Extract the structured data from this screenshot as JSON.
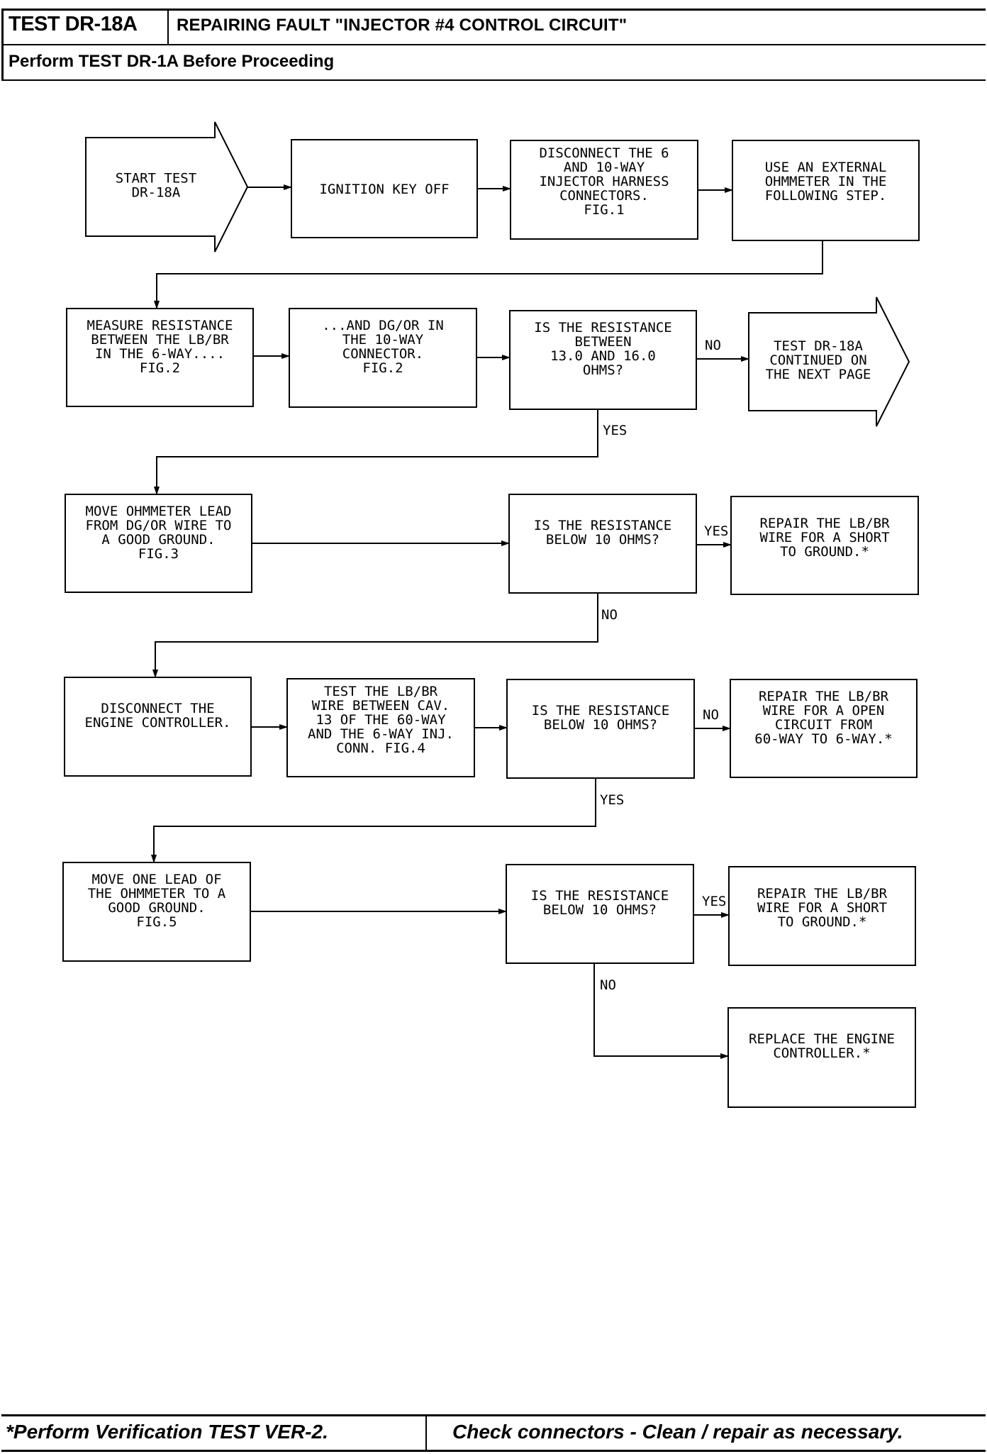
{
  "header": {
    "test_id": "TEST DR-18A",
    "title": "REPAIRING FAULT \"INJECTOR #4 CONTROL CIRCUIT\"",
    "prerequisite": "Perform TEST DR-1A Before Proceeding"
  },
  "footer": {
    "verification": "*Perform Verification TEST VER-2.",
    "note": "Check connectors - Clean / repair as necessary."
  },
  "flowchart": {
    "nodes": [
      {
        "id": "start",
        "shape": "arrow",
        "lines": [
          "START TEST",
          "DR-18A"
        ]
      },
      {
        "id": "ignition_off",
        "shape": "box",
        "lines": [
          "IGNITION KEY OFF"
        ]
      },
      {
        "id": "disconnect_6_10",
        "shape": "box",
        "lines": [
          "DISCONNECT THE 6",
          "AND 10-WAY",
          "INJECTOR HARNESS",
          "CONNECTORS.",
          "FIG.1"
        ]
      },
      {
        "id": "use_ohmmeter",
        "shape": "box",
        "lines": [
          "USE AN EXTERNAL",
          "OHMMETER IN THE",
          "FOLLOWING STEP."
        ]
      },
      {
        "id": "measure_resistance",
        "shape": "box",
        "lines": [
          "MEASURE RESISTANCE",
          "BETWEEN THE LB/BR",
          "IN THE 6-WAY....",
          "FIG.2"
        ]
      },
      {
        "id": "and_dg_or",
        "shape": "box",
        "lines": [
          "...AND DG/OR IN",
          "THE 10-WAY",
          "CONNECTOR.",
          "FIG.2"
        ]
      },
      {
        "id": "q_13_16",
        "shape": "box",
        "lines": [
          "IS THE RESISTANCE",
          "BETWEEN",
          "13.0 AND 16.0",
          "OHMS?"
        ]
      },
      {
        "id": "continued",
        "shape": "arrow",
        "lines": [
          "TEST DR-18A",
          "CONTINUED ON",
          "THE NEXT PAGE"
        ]
      },
      {
        "id": "move_lead_dg_or",
        "shape": "box",
        "lines": [
          "MOVE OHMMETER LEAD",
          "FROM DG/OR WIRE TO",
          "A GOOD GROUND.",
          "FIG.3"
        ]
      },
      {
        "id": "q_below_10_a",
        "shape": "box",
        "lines": [
          "IS THE RESISTANCE",
          "BELOW 10 OHMS?"
        ]
      },
      {
        "id": "repair_short_a",
        "shape": "box",
        "lines": [
          "REPAIR THE LB/BR",
          "WIRE FOR A SHORT",
          "TO GROUND.*"
        ]
      },
      {
        "id": "disconnect_controller",
        "shape": "box",
        "lines": [
          "DISCONNECT THE",
          "ENGINE CONTROLLER."
        ]
      },
      {
        "id": "test_lb_br",
        "shape": "box",
        "lines": [
          "TEST THE LB/BR",
          "WIRE BETWEEN CAV.",
          "13 OF THE 60-WAY",
          "AND THE 6-WAY INJ.",
          "CONN. FIG.4"
        ]
      },
      {
        "id": "q_below_10_b",
        "shape": "box",
        "lines": [
          "IS THE RESISTANCE",
          "BELOW 10 OHMS?"
        ]
      },
      {
        "id": "repair_open",
        "shape": "box",
        "lines": [
          "REPAIR THE LB/BR",
          "WIRE FOR A OPEN",
          "CIRCUIT FROM",
          "60-WAY TO 6-WAY.*"
        ]
      },
      {
        "id": "move_one_lead",
        "shape": "box",
        "lines": [
          "MOVE ONE LEAD OF",
          "THE OHMMETER TO A",
          "GOOD GROUND.",
          "FIG.5"
        ]
      },
      {
        "id": "q_below_10_c",
        "shape": "box",
        "lines": [
          "IS THE RESISTANCE",
          "BELOW 10 OHMS?"
        ]
      },
      {
        "id": "repair_short_b",
        "shape": "box",
        "lines": [
          "REPAIR THE LB/BR",
          "WIRE FOR A SHORT",
          "TO GROUND.*"
        ]
      },
      {
        "id": "replace_controller",
        "shape": "box",
        "lines": [
          "REPLACE THE ENGINE",
          "CONTROLLER.*"
        ]
      }
    ],
    "edges": [
      {
        "from": "start",
        "to": "ignition_off",
        "label": ""
      },
      {
        "from": "ignition_off",
        "to": "disconnect_6_10",
        "label": ""
      },
      {
        "from": "disconnect_6_10",
        "to": "use_ohmmeter",
        "label": ""
      },
      {
        "from": "use_ohmmeter",
        "to": "measure_resistance",
        "label": ""
      },
      {
        "from": "measure_resistance",
        "to": "and_dg_or",
        "label": ""
      },
      {
        "from": "and_dg_or",
        "to": "q_13_16",
        "label": ""
      },
      {
        "from": "q_13_16",
        "to": "continued",
        "label": "NO"
      },
      {
        "from": "q_13_16",
        "to": "move_lead_dg_or",
        "label": "YES"
      },
      {
        "from": "move_lead_dg_or",
        "to": "q_below_10_a",
        "label": ""
      },
      {
        "from": "q_below_10_a",
        "to": "repair_short_a",
        "label": "YES"
      },
      {
        "from": "q_below_10_a",
        "to": "disconnect_controller",
        "label": "NO"
      },
      {
        "from": "disconnect_controller",
        "to": "test_lb_br",
        "label": ""
      },
      {
        "from": "test_lb_br",
        "to": "q_below_10_b",
        "label": ""
      },
      {
        "from": "q_below_10_b",
        "to": "repair_open",
        "label": "NO"
      },
      {
        "from": "q_below_10_b",
        "to": "move_one_lead",
        "label": "YES"
      },
      {
        "from": "move_one_lead",
        "to": "q_below_10_c",
        "label": ""
      },
      {
        "from": "q_below_10_c",
        "to": "repair_short_b",
        "label": "YES"
      },
      {
        "from": "q_below_10_c",
        "to": "replace_controller",
        "label": "NO"
      }
    ]
  }
}
